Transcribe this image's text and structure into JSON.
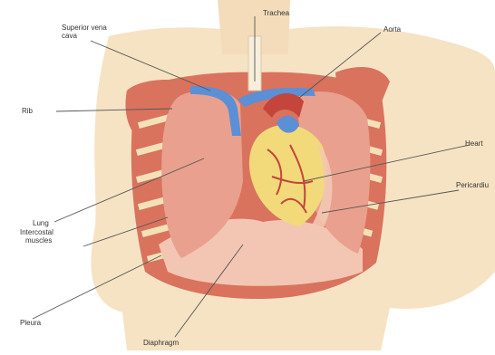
{
  "labels": {
    "trachea": "Trachea",
    "superior_vena_cava_line1": "Superior vena",
    "superior_vena_cava_line2": "cava",
    "aorta": "Aorta",
    "rib": "Rib",
    "heart": "Heart",
    "pericardium": "Pericardiu",
    "lung": "Lung",
    "intercostal_line1": "Intercostal",
    "intercostal_line2": "muscles",
    "pleura": "Pleura",
    "diaphragm": "Diaphragm"
  },
  "colors": {
    "skin": "#f6e3c4",
    "muscle": "#d9735e",
    "lung": "#eaa08e",
    "pleura": "#f3c6b3",
    "heart_fat": "#f2d97a",
    "vessel_blue": "#5b8fd6",
    "vessel_red": "#c4453b",
    "rib": "#f3e1b8",
    "leader": "#555555"
  }
}
